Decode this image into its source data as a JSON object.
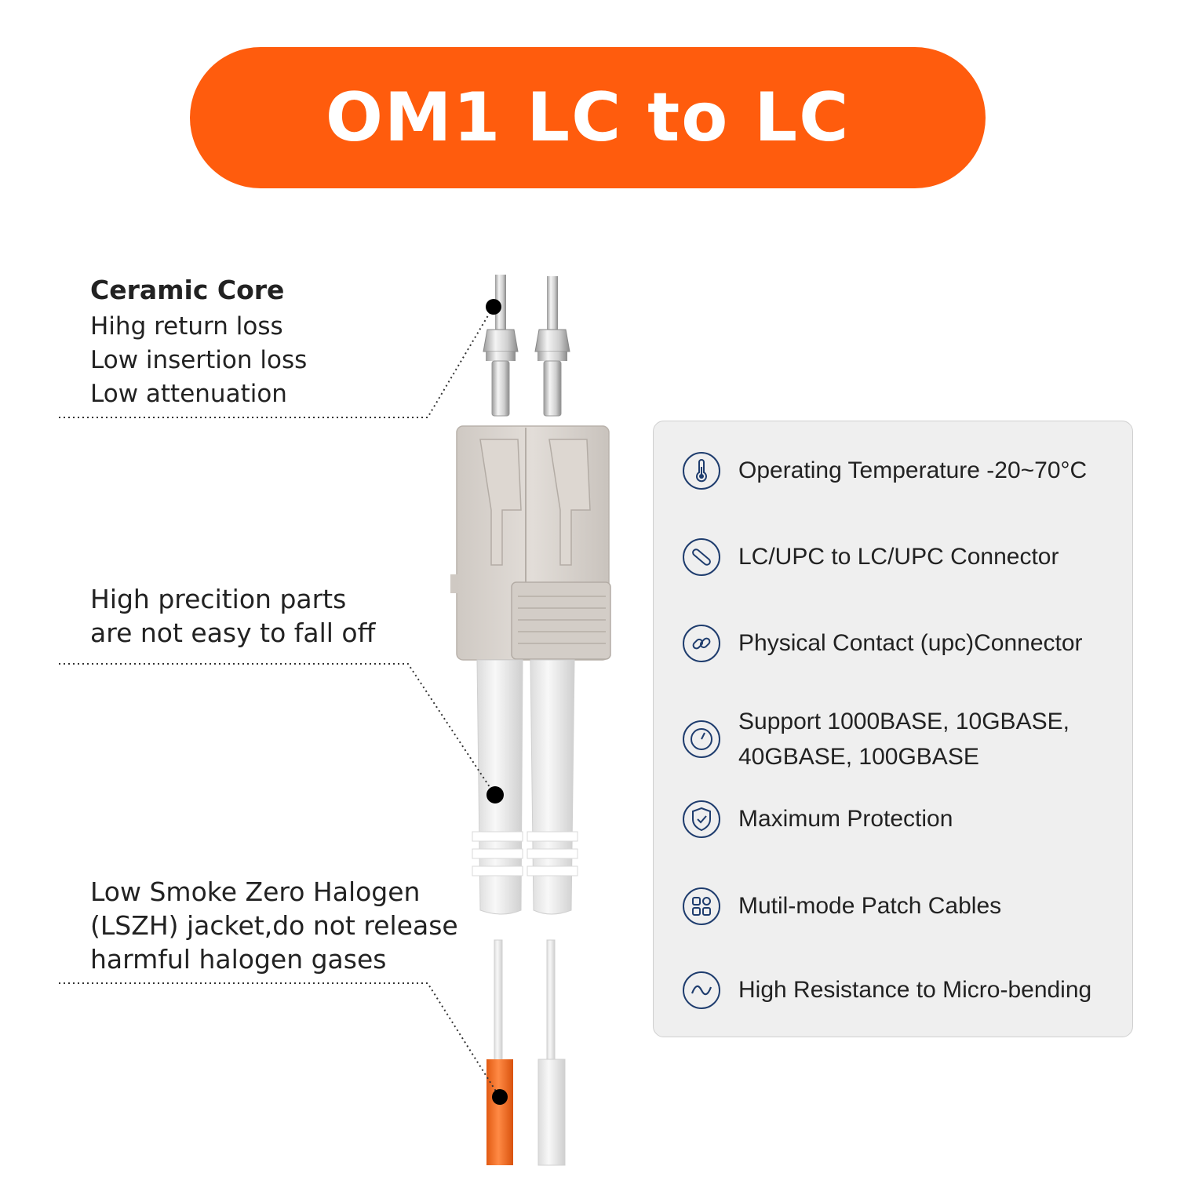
{
  "banner": {
    "title": "OM1 LC to LC",
    "color": "#ff5c0d"
  },
  "callouts": [
    {
      "heading": "Ceramic Core",
      "lines": [
        "Hihg return loss",
        "Low insertion loss",
        "Low attenuation"
      ]
    },
    {
      "lines": [
        "High precition parts",
        "are not easy to fall off"
      ]
    },
    {
      "lines": [
        "Low Smoke Zero Halogen",
        "(LSZH) jacket,do not release",
        "harmful halogen gases"
      ]
    }
  ],
  "features": [
    {
      "icon": "thermometer-icon",
      "text": "Operating Temperature -20~70°C"
    },
    {
      "icon": "connector-icon",
      "text": "LC/UPC to LC/UPC Connector"
    },
    {
      "icon": "link-icon",
      "text": "Physical Contact (upc)Connector"
    },
    {
      "icon": "gauge-icon",
      "text": "Support 1000BASE, 10GBASE, 40GBASE, 100GBASE"
    },
    {
      "icon": "shield-icon",
      "text": "Maximum Protection"
    },
    {
      "icon": "grid-icon",
      "text": "Mutil-mode Patch Cables"
    },
    {
      "icon": "wave-icon",
      "text": "High Resistance to Micro-bending"
    }
  ],
  "colors": {
    "icon_stroke": "#1f3d6e",
    "cable_orange": "#ff6f1e",
    "connector_gray": "#d6d1cc"
  }
}
